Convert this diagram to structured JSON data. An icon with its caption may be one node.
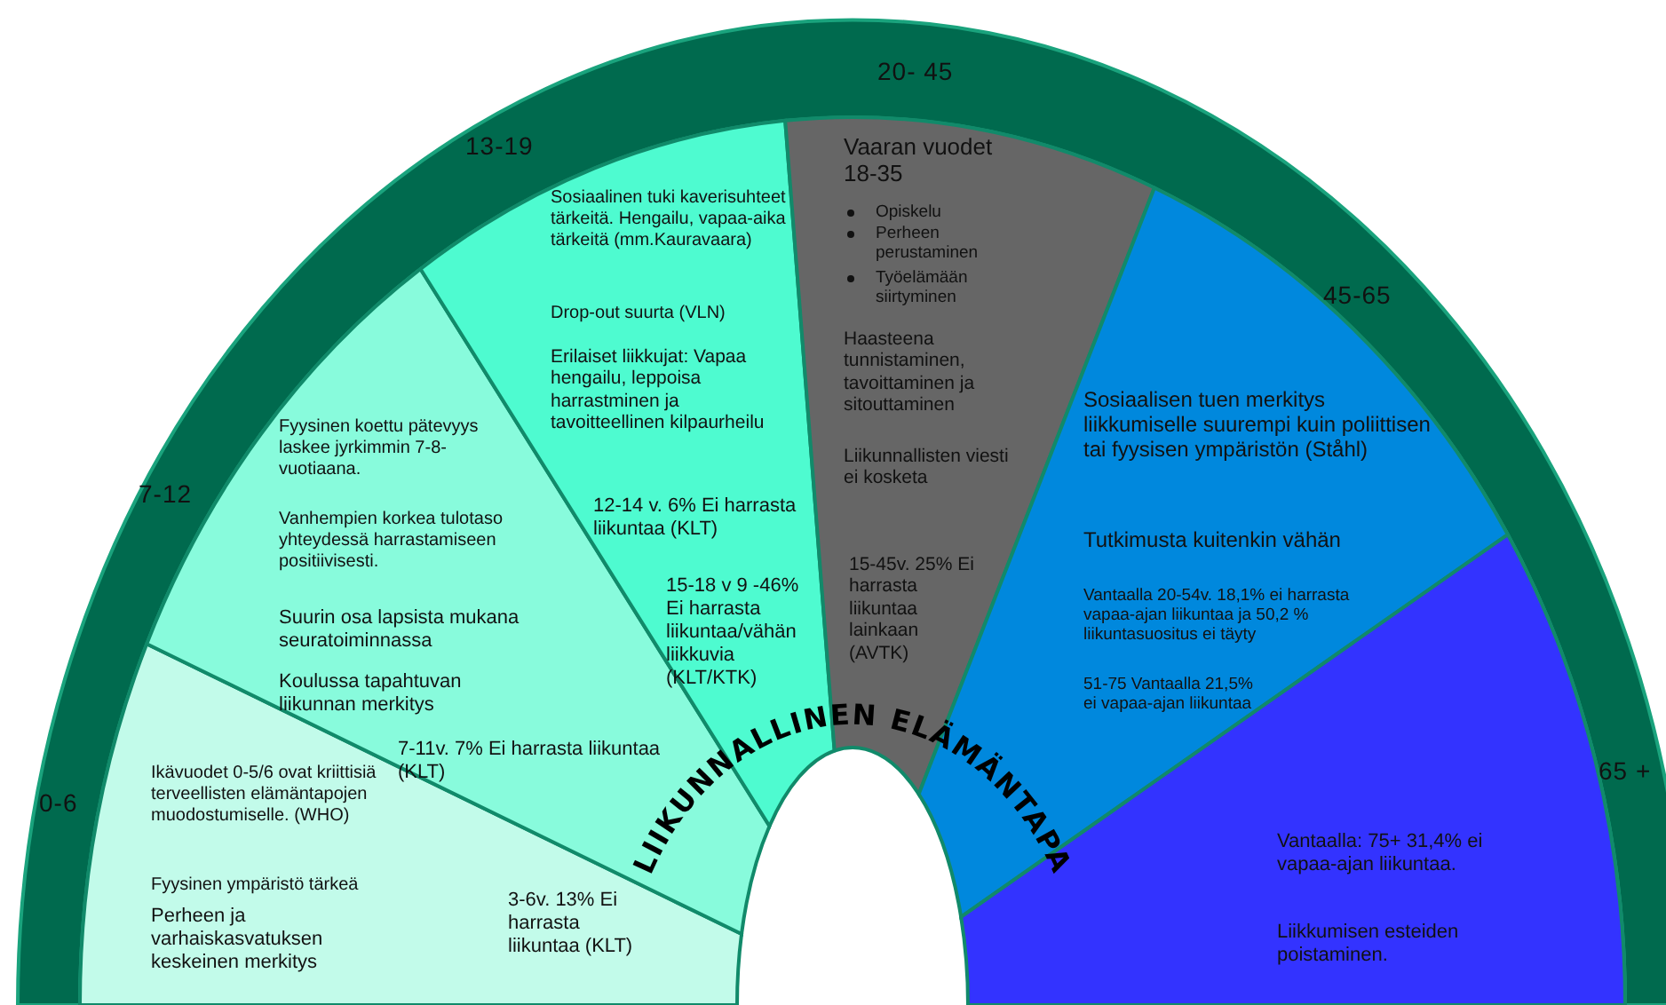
{
  "diagram": {
    "nodes": [
      {
        "text": [
          "Ikävuodet 0-5/6 ovat kriittisiä terveellisten elämäntapojen muodostumiselle. (WHO)",
          "Fyysinen ympäristö tärkeä",
          "Perheen ja varhaiskasvatuksen keskeinen merkitys",
          "3-6v. 13% Ei harrasta liikuntaa (KLT)"
        ],
        "beside": [
          "0-6"
        ]
      },
      {
        "text": [
          "Fyysinen koettu pätevyys laskee jyrkimmin 7-8-vuotiaana.",
          "Vanhempien korkea tulotaso yhteydessä harrastamiseen positiivisesti.",
          "Suurin osa lapsista mukana seuratoiminnassa",
          "Koulussa tapahtuvan liikunnan merkitys",
          "7-11v. 7% Ei harrasta liikuntaa (KLT)"
        ],
        "beside": [
          "7-12"
        ]
      },
      {
        "text": [
          "Sosiaalinen tuki kaverisuhteet tärkeitä. Hengailu, vapaa-aika tärkeitä (mm.Kauravaara)",
          "Drop-out suurta (VLN)",
          "Erilaiset liikkujat: Vapaa hengailu, leppoisa harrastminen ja tavoitteellinen kilpaurheilu",
          "12-14 v. 6% Ei harrasta liikuntaa (KLT)",
          "15-18 v 9 -46% Ei harrasta liikuntaa/vähän liikkuvia (KLT/KTK)"
        ],
        "beside": [
          "13-19"
        ]
      },
      {
        "text": [
          "Vaaran vuodet 18-35",
          "Opiskelu",
          "Perheen perustaminen",
          "Työelämään siirtyminen",
          "Haasteena tunnistaminen, tavoittaminen ja sitouttaminen",
          "Liikunnallisten viesti ei kosketa",
          "15-45v. 25% Ei harrasta liikuntaa lainkaan (AVTK)"
        ],
        "beside": [
          "20- 45"
        ]
      },
      {
        "text": [
          "Sosiaalisen tuen merkitys liikkumiselle suurempi kuin poliittisen tai fyysisen ympäristön (Ståhl)",
          "Tutkimusta kuitenkin vähän",
          "Vantaalla 20-54v. 18,1% ei harrasta vapaa-ajan liikuntaa ja 50,2 % liikuntasuositus ei täyty",
          "51-75 Vantaalla 21,5% ei vapaa-ajan liikuntaa"
        ],
        "beside": [
          "45-65"
        ]
      },
      {
        "text": [
          "Vantaalla: 75+ 31,4% ei vapaa-ajan liikuntaa.",
          "Liikkumisen esteiden poistaminen."
        ],
        "beside": [
          "65 +"
        ]
      }
    ],
    "labels": [
      "LIIKUNNALLINEN ELÄMÄNTAPA"
    ]
  }
}
